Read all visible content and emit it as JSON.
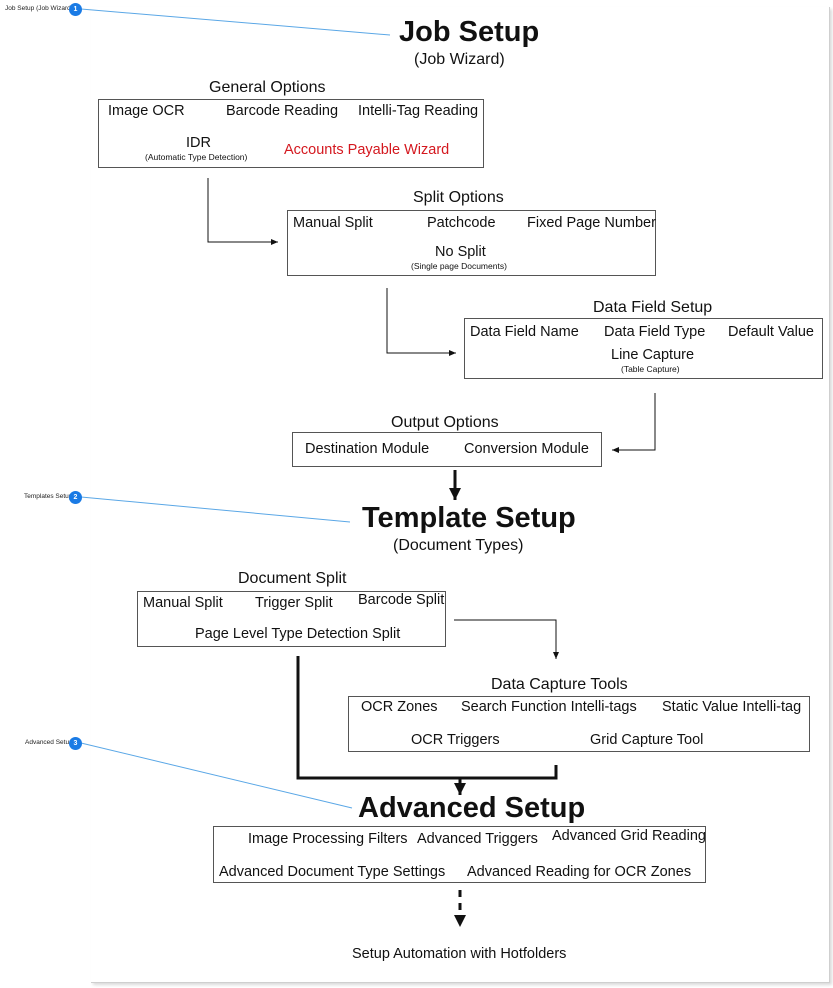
{
  "callouts": [
    {
      "number": "1",
      "label": "Job Setup (Job Wizard)"
    },
    {
      "number": "2",
      "label": "Templates Setup"
    },
    {
      "number": "3",
      "label": "Advanced Setup"
    }
  ],
  "job_setup": {
    "title": "Job Setup",
    "subtitle": "(Job Wizard)"
  },
  "general_options": {
    "title": "General Options",
    "image_ocr": "Image OCR",
    "barcode_reading": "Barcode Reading",
    "intelli_tag_reading": "Intelli-Tag Reading",
    "idr": "IDR",
    "idr_sub": "(Automatic Type Detection)",
    "accounts_payable": "Accounts Payable Wizard"
  },
  "split_options": {
    "title": "Split Options",
    "manual_split": "Manual Split",
    "patchcode": "Patchcode",
    "fixed_page_number": "Fixed Page Number",
    "no_split": "No Split",
    "no_split_sub": "(Single page Documents)"
  },
  "data_field_setup": {
    "title": "Data Field Setup",
    "data_field_name": "Data Field Name",
    "data_field_type": "Data Field Type",
    "default_value": "Default Value",
    "line_capture": "Line Capture",
    "line_capture_sub": "(Table Capture)"
  },
  "output_options": {
    "title": "Output Options",
    "destination_module": "Destination Module",
    "conversion_module": "Conversion Module"
  },
  "template_setup": {
    "title": "Template Setup",
    "subtitle": "(Document Types)"
  },
  "document_split": {
    "title": "Document Split",
    "manual_split": "Manual Split",
    "trigger_split": "Trigger Split",
    "barcode_split": "Barcode Split",
    "page_level": "Page Level Type Detection Split"
  },
  "data_capture_tools": {
    "title": "Data Capture Tools",
    "ocr_zones": "OCR Zones",
    "search_function": "Search Function Intelli-tags",
    "static_value": "Static Value Intelli-tag",
    "ocr_triggers": "OCR Triggers",
    "grid_capture": "Grid Capture Tool"
  },
  "advanced_setup": {
    "title": "Advanced Setup",
    "image_processing": "Image Processing Filters",
    "advanced_triggers": "Advanced Triggers",
    "advanced_grid": "Advanced Grid Reading",
    "advanced_doc_type": "Advanced Document Type Settings",
    "advanced_reading_ocr": "Advanced Reading for OCR Zones"
  },
  "hotfolders": "Setup Automation with Hotfolders",
  "colors": {
    "accent_red": "#d4181f",
    "callout_blue": "#1a7be5",
    "callout_line": "#5aa7e6"
  }
}
